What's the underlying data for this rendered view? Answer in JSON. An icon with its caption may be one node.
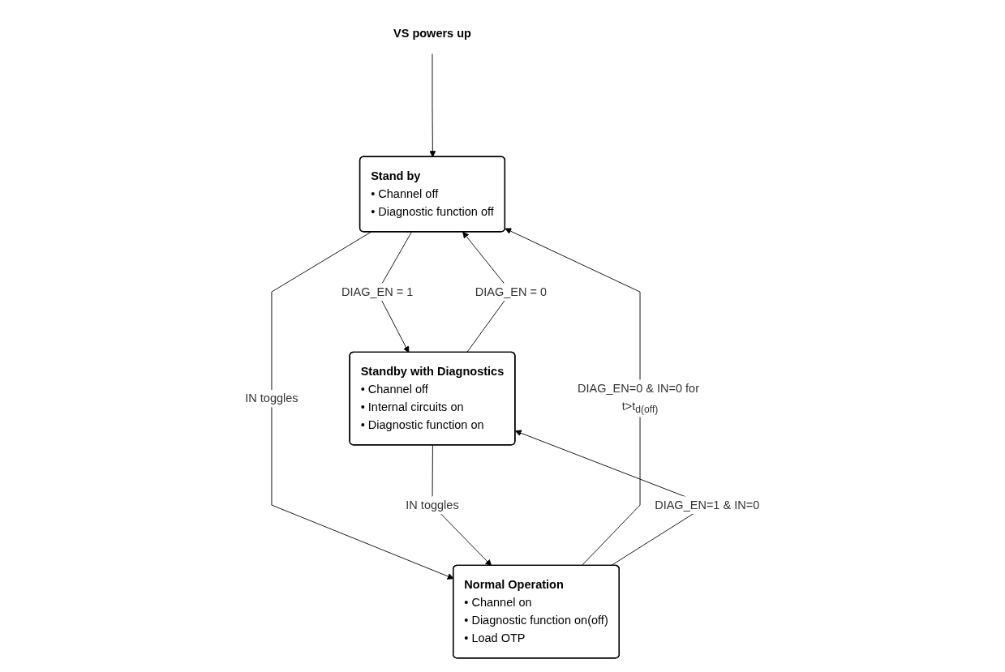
{
  "diagram": {
    "nodes": [
      {
        "text": [
          "VS powers up"
        ]
      },
      {
        "text": [
          "Stand by",
          "• Channel off",
          "• Diagnostic function off"
        ]
      },
      {
        "text": [
          "Standby with Diagnostics",
          "• Channel off",
          "• Internal circuits on",
          "• Diagnostic function on"
        ]
      },
      {
        "text": [
          "Normal Operation",
          "• Channel on",
          "• Diagnostic function on(off)",
          "• Load OTP"
        ]
      }
    ],
    "edges": [
      {
        "from": 0,
        "to": 1,
        "arrow": "to"
      },
      {
        "from": 2,
        "to": 1,
        "arrow": "to",
        "label": "DIAG_EN = 0"
      },
      {
        "from": 1,
        "to": 2,
        "arrow": "to",
        "label": "DIAG_EN = 1"
      },
      {
        "from": 1,
        "to": 3,
        "arrow": "to",
        "label": "IN toggles"
      },
      {
        "from": 3,
        "to": 1,
        "arrow": "to",
        "label": "DIAG_EN=0 & IN=0 for t>t$_{d(off)}$"
      },
      {
        "from": 2,
        "to": 3,
        "arrow": "to",
        "label": "IN toggles"
      },
      {
        "from": 3,
        "to": 2,
        "arrow": "to",
        "label": "DIAG_EN=1 & IN=0"
      }
    ]
  }
}
